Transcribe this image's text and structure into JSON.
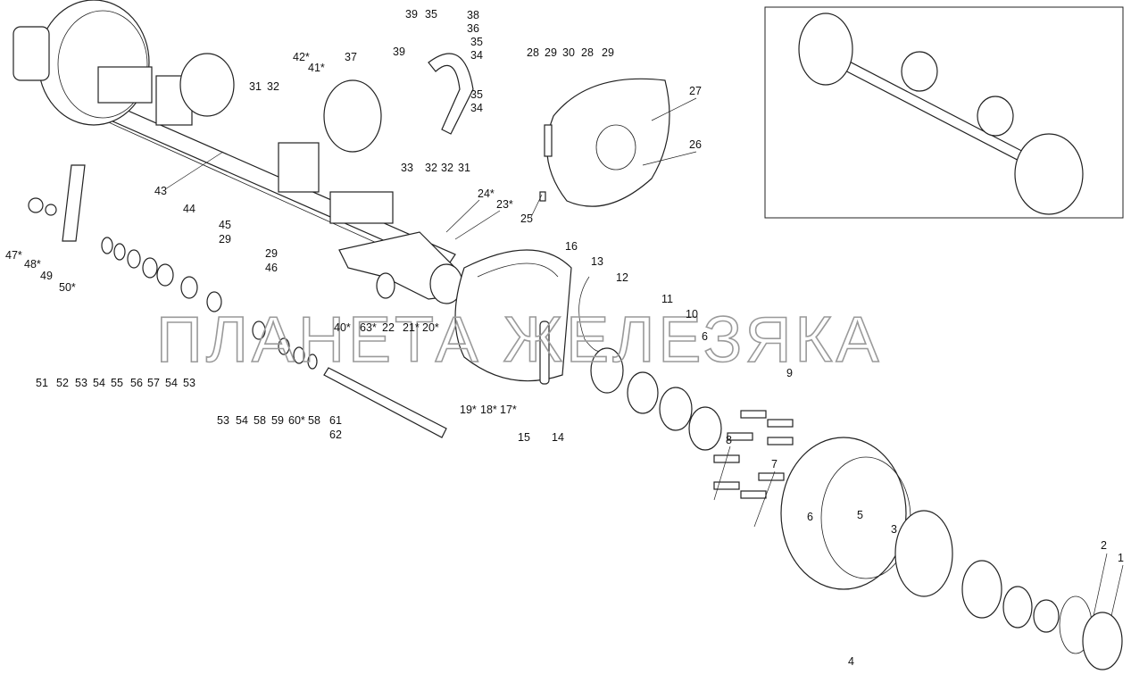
{
  "diagram": {
    "watermark": "ПЛАНЕТА ЖЕЛЕЗЯКА",
    "labels": [
      "39",
      "35",
      "38",
      "36",
      "35",
      "34",
      "39",
      "35",
      "34",
      "37",
      "42*",
      "41*",
      "31",
      "32",
      "33",
      "32",
      "32",
      "31",
      "28",
      "29",
      "30",
      "28",
      "29",
      "27",
      "26",
      "43",
      "24*",
      "23*",
      "25",
      "44",
      "45",
      "29",
      "29",
      "46",
      "47*",
      "48*",
      "49",
      "50*",
      "16",
      "13",
      "12",
      "11",
      "10",
      "6",
      "9",
      "40*",
      "63*",
      "22",
      "21*",
      "20*",
      "51",
      "52",
      "53",
      "54",
      "55",
      "56",
      "57",
      "54",
      "53",
      "19*",
      "18*",
      "17*",
      "15",
      "14",
      "53",
      "54",
      "58",
      "59",
      "60*",
      "58",
      "61",
      "62",
      "8",
      "7",
      "6",
      "5",
      "3",
      "2",
      "1",
      "4"
    ]
  }
}
